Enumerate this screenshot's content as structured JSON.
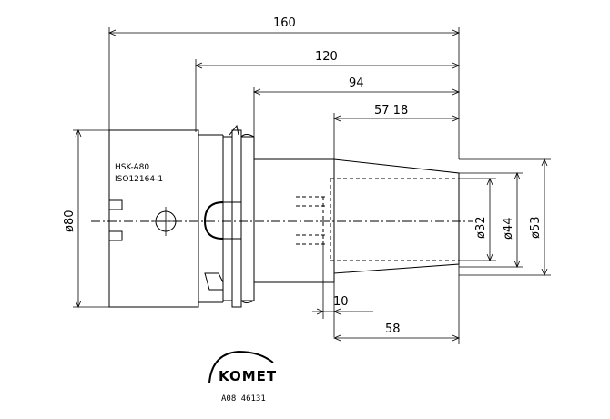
{
  "dimensions": {
    "overall_length": "160",
    "length_120": "120",
    "length_94": "94",
    "length_57_18": "57 18",
    "dia_80": "ø80",
    "dia_32": "ø32",
    "dia_44": "ø44",
    "dia_53": "ø53",
    "length_10": "10",
    "length_58": "58"
  },
  "spec": {
    "shank": "HSK-A80",
    "standard": "ISO12164-1"
  },
  "logo": {
    "brand": "KOMET",
    "article": "A08 46131"
  }
}
